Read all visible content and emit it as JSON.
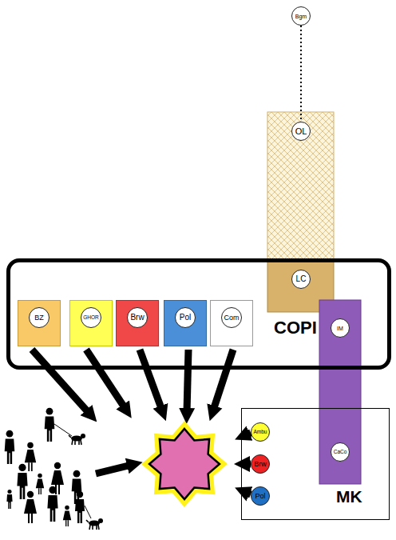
{
  "diagram": {
    "nodes": [
      {
        "text": [
          "Bgm"
        ]
      },
      {
        "text": [
          "OL"
        ]
      },
      {
        "text": [
          "COPI"
        ]
      },
      {
        "text": [
          "LC"
        ],
        "in": 2
      },
      {
        "text": [
          "BZ"
        ],
        "in": 2
      },
      {
        "text": [
          "GHOR"
        ],
        "in": 2
      },
      {
        "text": [
          "Brw"
        ],
        "in": 2
      },
      {
        "text": [
          "Pol"
        ],
        "in": 2
      },
      {
        "text": [
          "Com"
        ],
        "in": 2
      },
      {
        "text": [
          "IM"
        ],
        "in": 2
      },
      {
        "text": [
          "MK"
        ]
      },
      {
        "text": [
          "Ambu"
        ],
        "in": 10
      },
      {
        "text": [
          "CaCo"
        ],
        "in": 10
      },
      {
        "text": [
          "Brw"
        ],
        "in": 10
      },
      {
        "text": [
          "Pol"
        ],
        "in": 10
      }
    ],
    "edges": [
      {
        "from": 0,
        "to": 1,
        "arrow": "none"
      }
    ]
  }
}
